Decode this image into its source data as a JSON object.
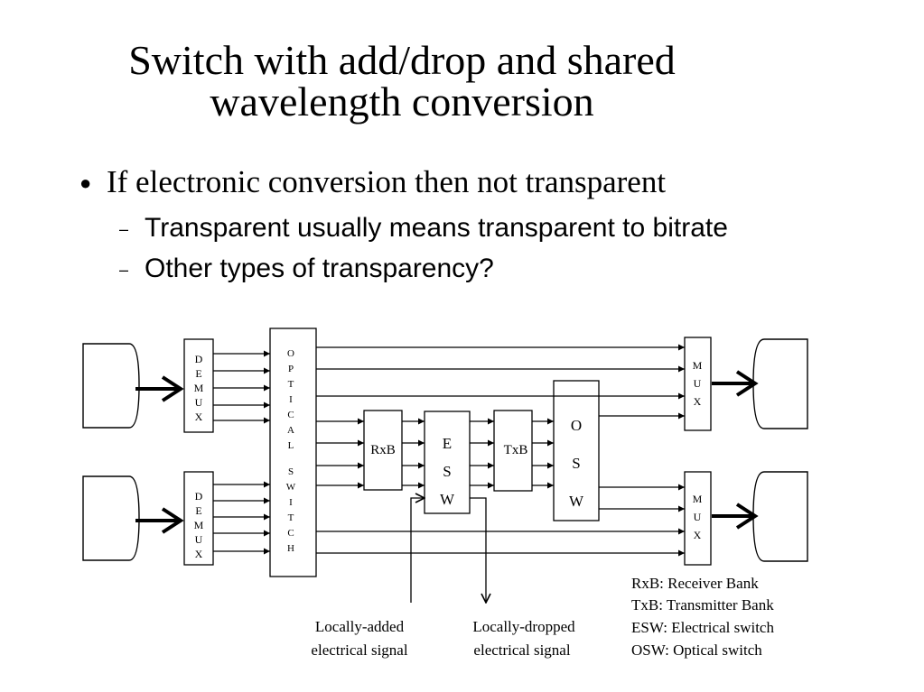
{
  "slide": {
    "title_line1": "Switch with add/drop and shared",
    "title_line2": "wavelength conversion",
    "bullet": "If electronic conversion then not transparent",
    "sub_bullets": [
      "Transparent usually means transparent to bitrate",
      "Other types of transparency?"
    ]
  },
  "diagram": {
    "demux_letters": [
      "D",
      "E",
      "M",
      "U",
      "X"
    ],
    "mux_letters": [
      "M",
      "U",
      "X"
    ],
    "optical_switch_letters": [
      "O",
      "P",
      "T",
      "I",
      "C",
      "A",
      "L",
      "",
      "S",
      "W",
      "I",
      "T",
      "C",
      "H"
    ],
    "rxb_label": "RxB",
    "txb_label": "TxB",
    "esw_letters": [
      "E",
      "S",
      "W"
    ],
    "osw_letters": [
      "O",
      "S",
      "W"
    ],
    "added_label_line1": "Locally-added",
    "added_label_line2": "electrical signal",
    "dropped_label_line1": "Locally-dropped",
    "dropped_label_line2": "electrical signal",
    "legend": [
      "RxB: Receiver Bank",
      "TxB: Transmitter Bank",
      "ESW: Electrical switch",
      "OSW: Optical switch"
    ]
  }
}
